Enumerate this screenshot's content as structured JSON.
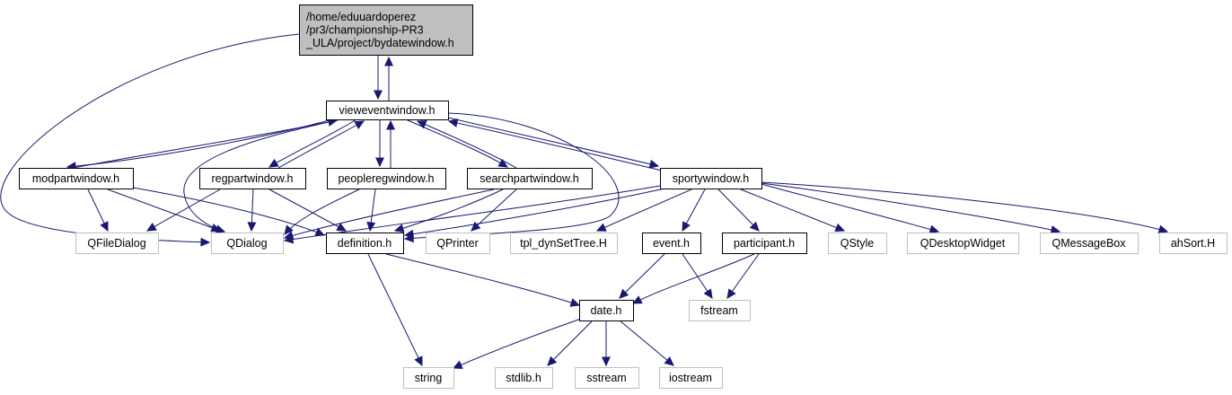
{
  "colors": {
    "edge": "#191970",
    "root_fill": "#bfbfbf",
    "node_fill": "#ffffff",
    "internal_border": "#000000",
    "external_border": "#bfbfbf"
  },
  "nodes": [
    {
      "id": "root",
      "lines": [
        "/home/eduuardoperez",
        "/pr3/championship-PR3",
        "_ULA/project/bydatewindow.h"
      ],
      "kind": "root"
    },
    {
      "id": "viewevent",
      "lines": [
        "vieweventwindow.h"
      ],
      "kind": "internal"
    },
    {
      "id": "modpart",
      "lines": [
        "modpartwindow.h"
      ],
      "kind": "internal"
    },
    {
      "id": "regpart",
      "lines": [
        "regpartwindow.h"
      ],
      "kind": "internal"
    },
    {
      "id": "peoplereg",
      "lines": [
        "peopleregwindow.h"
      ],
      "kind": "internal"
    },
    {
      "id": "searchpart",
      "lines": [
        "searchpartwindow.h"
      ],
      "kind": "internal"
    },
    {
      "id": "sporty",
      "lines": [
        "sportywindow.h"
      ],
      "kind": "internal"
    },
    {
      "id": "qfiledialog",
      "lines": [
        "QFileDialog"
      ],
      "kind": "external"
    },
    {
      "id": "qdialog",
      "lines": [
        "QDialog"
      ],
      "kind": "external"
    },
    {
      "id": "definition",
      "lines": [
        "definition.h"
      ],
      "kind": "internal"
    },
    {
      "id": "qprinter",
      "lines": [
        "QPrinter"
      ],
      "kind": "external"
    },
    {
      "id": "tpl",
      "lines": [
        "tpl_dynSetTree.H"
      ],
      "kind": "external"
    },
    {
      "id": "event",
      "lines": [
        "event.h"
      ],
      "kind": "internal"
    },
    {
      "id": "participant",
      "lines": [
        "participant.h"
      ],
      "kind": "internal"
    },
    {
      "id": "qstyle",
      "lines": [
        "QStyle"
      ],
      "kind": "external"
    },
    {
      "id": "qdesktop",
      "lines": [
        "QDesktopWidget"
      ],
      "kind": "external"
    },
    {
      "id": "qmessagebox",
      "lines": [
        "QMessageBox"
      ],
      "kind": "external"
    },
    {
      "id": "ahsort",
      "lines": [
        "ahSort.H"
      ],
      "kind": "external"
    },
    {
      "id": "date",
      "lines": [
        "date.h"
      ],
      "kind": "internal"
    },
    {
      "id": "fstream",
      "lines": [
        "fstream"
      ],
      "kind": "external"
    },
    {
      "id": "string",
      "lines": [
        "string"
      ],
      "kind": "external"
    },
    {
      "id": "stdlib",
      "lines": [
        "stdlib.h"
      ],
      "kind": "external"
    },
    {
      "id": "sstream",
      "lines": [
        "sstream"
      ],
      "kind": "external"
    },
    {
      "id": "iostream",
      "lines": [
        "iostream"
      ],
      "kind": "external"
    }
  ],
  "edges": [
    {
      "from": "root",
      "to": "viewevent"
    },
    {
      "from": "root",
      "to": "qdialog"
    },
    {
      "from": "viewevent",
      "to": "root"
    },
    {
      "from": "viewevent",
      "to": "modpart"
    },
    {
      "from": "viewevent",
      "to": "regpart"
    },
    {
      "from": "viewevent",
      "to": "peoplereg"
    },
    {
      "from": "viewevent",
      "to": "searchpart"
    },
    {
      "from": "viewevent",
      "to": "sporty"
    },
    {
      "from": "viewevent",
      "to": "qdialog"
    },
    {
      "from": "viewevent",
      "to": "definition"
    },
    {
      "from": "modpart",
      "to": "viewevent"
    },
    {
      "from": "modpart",
      "to": "qfiledialog"
    },
    {
      "from": "modpart",
      "to": "qdialog"
    },
    {
      "from": "modpart",
      "to": "definition"
    },
    {
      "from": "regpart",
      "to": "viewevent"
    },
    {
      "from": "regpart",
      "to": "qfiledialog"
    },
    {
      "from": "regpart",
      "to": "qdialog"
    },
    {
      "from": "regpart",
      "to": "definition"
    },
    {
      "from": "peoplereg",
      "to": "viewevent"
    },
    {
      "from": "peoplereg",
      "to": "qdialog"
    },
    {
      "from": "peoplereg",
      "to": "definition"
    },
    {
      "from": "searchpart",
      "to": "viewevent"
    },
    {
      "from": "searchpart",
      "to": "qdialog"
    },
    {
      "from": "searchpart",
      "to": "definition"
    },
    {
      "from": "searchpart",
      "to": "qprinter"
    },
    {
      "from": "sporty",
      "to": "viewevent"
    },
    {
      "from": "sporty",
      "to": "qdialog"
    },
    {
      "from": "sporty",
      "to": "definition"
    },
    {
      "from": "sporty",
      "to": "tpl"
    },
    {
      "from": "sporty",
      "to": "event"
    },
    {
      "from": "sporty",
      "to": "participant"
    },
    {
      "from": "sporty",
      "to": "qstyle"
    },
    {
      "from": "sporty",
      "to": "qdesktop"
    },
    {
      "from": "sporty",
      "to": "qmessagebox"
    },
    {
      "from": "sporty",
      "to": "ahsort"
    },
    {
      "from": "definition",
      "to": "date"
    },
    {
      "from": "definition",
      "to": "string"
    },
    {
      "from": "event",
      "to": "date"
    },
    {
      "from": "event",
      "to": "fstream"
    },
    {
      "from": "participant",
      "to": "date"
    },
    {
      "from": "participant",
      "to": "fstream"
    },
    {
      "from": "date",
      "to": "string"
    },
    {
      "from": "date",
      "to": "stdlib"
    },
    {
      "from": "date",
      "to": "sstream"
    },
    {
      "from": "date",
      "to": "iostream"
    }
  ]
}
